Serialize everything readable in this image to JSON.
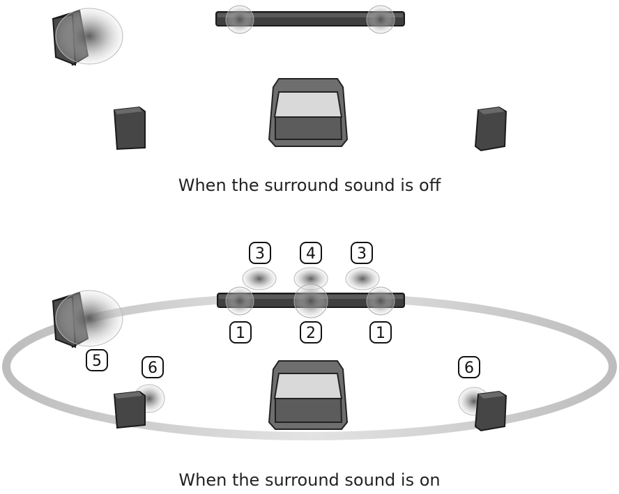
{
  "captions": {
    "off": "When the surround sound is off",
    "on": "When the surround sound is on"
  },
  "labels": {
    "up_left": "3",
    "up_center": "4",
    "up_right": "3",
    "front_left": "1",
    "front_center": "2",
    "front_right": "1",
    "woofer": "5",
    "rear_left": "6",
    "rear_right": "6"
  },
  "colors": {
    "speaker_dark": "#3f3f3f",
    "speaker_edge": "#1a1a1a",
    "chair": "#6e6e6e",
    "ring": "#c9c9c9"
  }
}
